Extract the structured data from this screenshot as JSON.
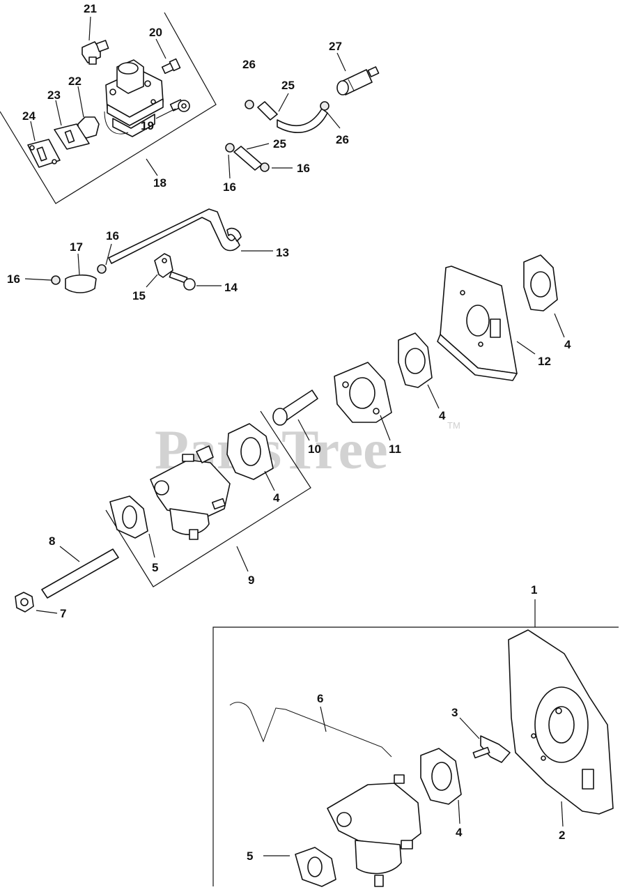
{
  "watermark": {
    "text": "PartsTree",
    "tm": "TM"
  },
  "callouts": {
    "c21": "21",
    "c20": "20",
    "c22": "22",
    "c23": "23",
    "c24": "24",
    "c19": "19",
    "c18": "18",
    "c26a": "26",
    "c27": "27",
    "c25a": "25",
    "c26b": "26",
    "c25b": "25",
    "c16a": "16",
    "c16b": "16",
    "c17": "17",
    "c16c": "16",
    "c16d": "16",
    "c13": "13",
    "c15": "15",
    "c14": "14",
    "c12": "12",
    "c4a": "4",
    "c4b": "4",
    "c11": "11",
    "c10": "10",
    "c4c": "4",
    "c8": "8",
    "c5a": "5",
    "c9": "9",
    "c7": "7",
    "c1": "1",
    "c6": "6",
    "c3": "3",
    "c4d": "4",
    "c2": "2",
    "c5b": "5"
  }
}
